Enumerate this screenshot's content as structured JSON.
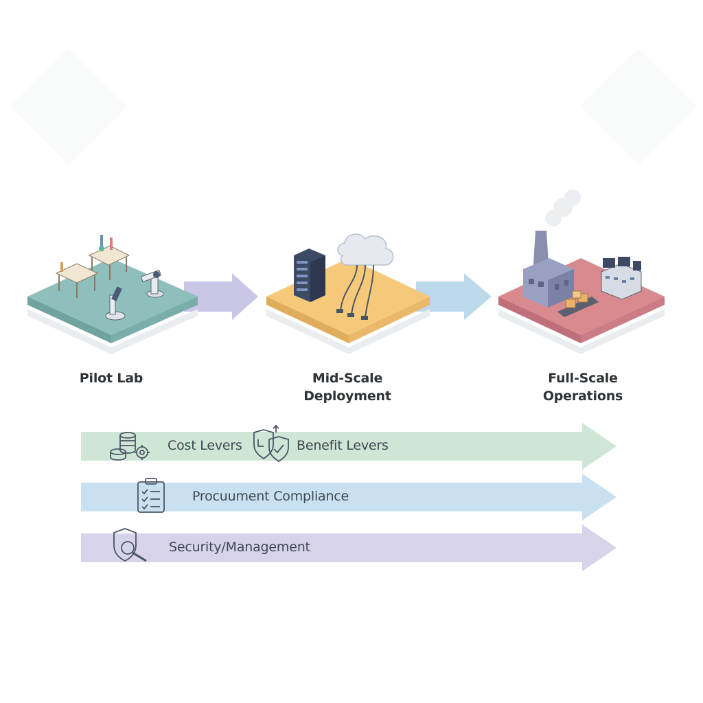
{
  "colors": {
    "background": "#ffffff",
    "pilot_tile": "#8fbfbc",
    "mid_tile": "#f6c97a",
    "full_tile": "#d98a8f",
    "arrow_purple": "#c9c6e6",
    "arrow_blue": "#bcd9ec",
    "lane_green": "#cfe6d6",
    "lane_blue": "#c8e0f0",
    "lane_purple": "#d6d3ea",
    "icon_stroke": "#4a5563",
    "text": "#2f3338"
  },
  "stages": [
    {
      "label_line1": "Pilot Lab",
      "label_line2": "",
      "icon": "lab-bench-microscope-robot-arm-icon"
    },
    {
      "label_line1": "Mid-Scale",
      "label_line2": "Deployment",
      "icon": "server-rack-cloud-icon"
    },
    {
      "label_line1": "Full-Scale",
      "label_line2": "Operations",
      "icon": "factory-conveyor-control-panel-icon"
    }
  ],
  "lanes": [
    {
      "label": "Cost Levers",
      "label_b": "Benefit Levers",
      "icon": "coins-gear-icon",
      "icon_b": "shield-clock-check-icon"
    },
    {
      "label": "Procuument Compliance",
      "icon": "clipboard-checklist-icon"
    },
    {
      "label": "Security/Management",
      "icon": "shield-magnifier-icon"
    }
  ]
}
